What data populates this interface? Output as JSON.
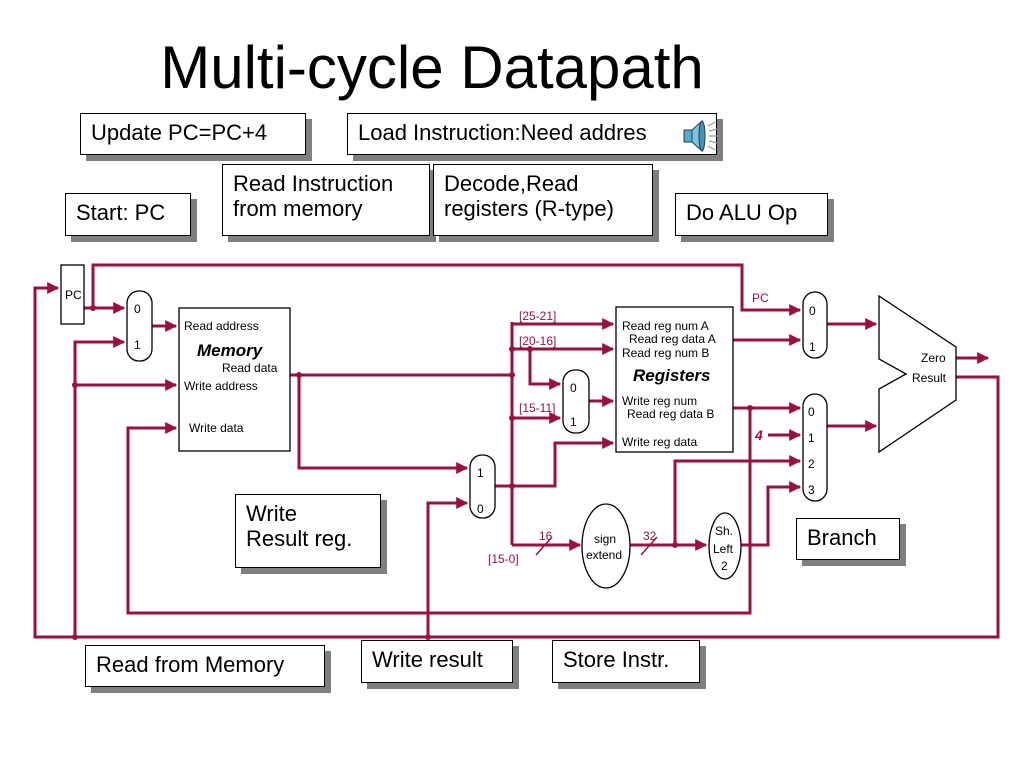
{
  "title": "Multi-cycle Datapath",
  "notes": {
    "update_pc": "Update PC=PC+4",
    "load_instruction": "Load Instruction:Need addres",
    "start_pc": "Start: PC",
    "read_instruction": [
      "Read Instruction",
      "from memory"
    ],
    "decode_read": [
      "Decode,Read",
      "registers (R-type)"
    ],
    "do_alu_op": "Do ALU Op",
    "write_result_reg": [
      "Write",
      "Result reg."
    ],
    "branch": "Branch",
    "read_from_memory": "Read from Memory",
    "write_result": "Write result",
    "store_instr": "Store Instr."
  },
  "components": {
    "pc": "PC",
    "mux_pc": {
      "in0": "0",
      "in1": "1"
    },
    "memory": {
      "name": "Memory",
      "read_address": "Read address",
      "read_data": "Read data",
      "write_address": "Write address",
      "write_data": "Write data"
    },
    "registers": {
      "name": "Registers",
      "read_reg_num_a": "Read reg num A",
      "read_reg_data_a": "Read reg data A",
      "read_reg_num_b": "Read reg num B",
      "write_reg_num": "Write reg num",
      "read_reg_data_b": "Read reg data B",
      "write_reg_data": "Write reg data"
    },
    "mux_regdst": {
      "in0": "0",
      "in1": "1"
    },
    "mux_memtoreg": {
      "in1": "1",
      "in0": "0"
    },
    "mux_alu_a": {
      "in0": "0",
      "in1": "1"
    },
    "mux_alu_b": {
      "in0": "0",
      "in1": "1",
      "in2": "2",
      "in3": "3"
    },
    "alu": {
      "zero": "Zero",
      "result": "Result"
    },
    "sign_extend": [
      "sign",
      "extend"
    ],
    "shift_left": [
      "Sh.",
      "Left",
      "2"
    ]
  },
  "wire_labels": {
    "bits_25_21": "[25-21]",
    "bits_20_16": "[20-16]",
    "bits_15_11": "[15-11]",
    "bits_15_0": "[15-0]",
    "width_16": "16",
    "width_32": "32",
    "pc_label": "PC",
    "const_4": "4"
  },
  "colors": {
    "wire": "#99123f",
    "shadow": "#7f7f7f"
  }
}
